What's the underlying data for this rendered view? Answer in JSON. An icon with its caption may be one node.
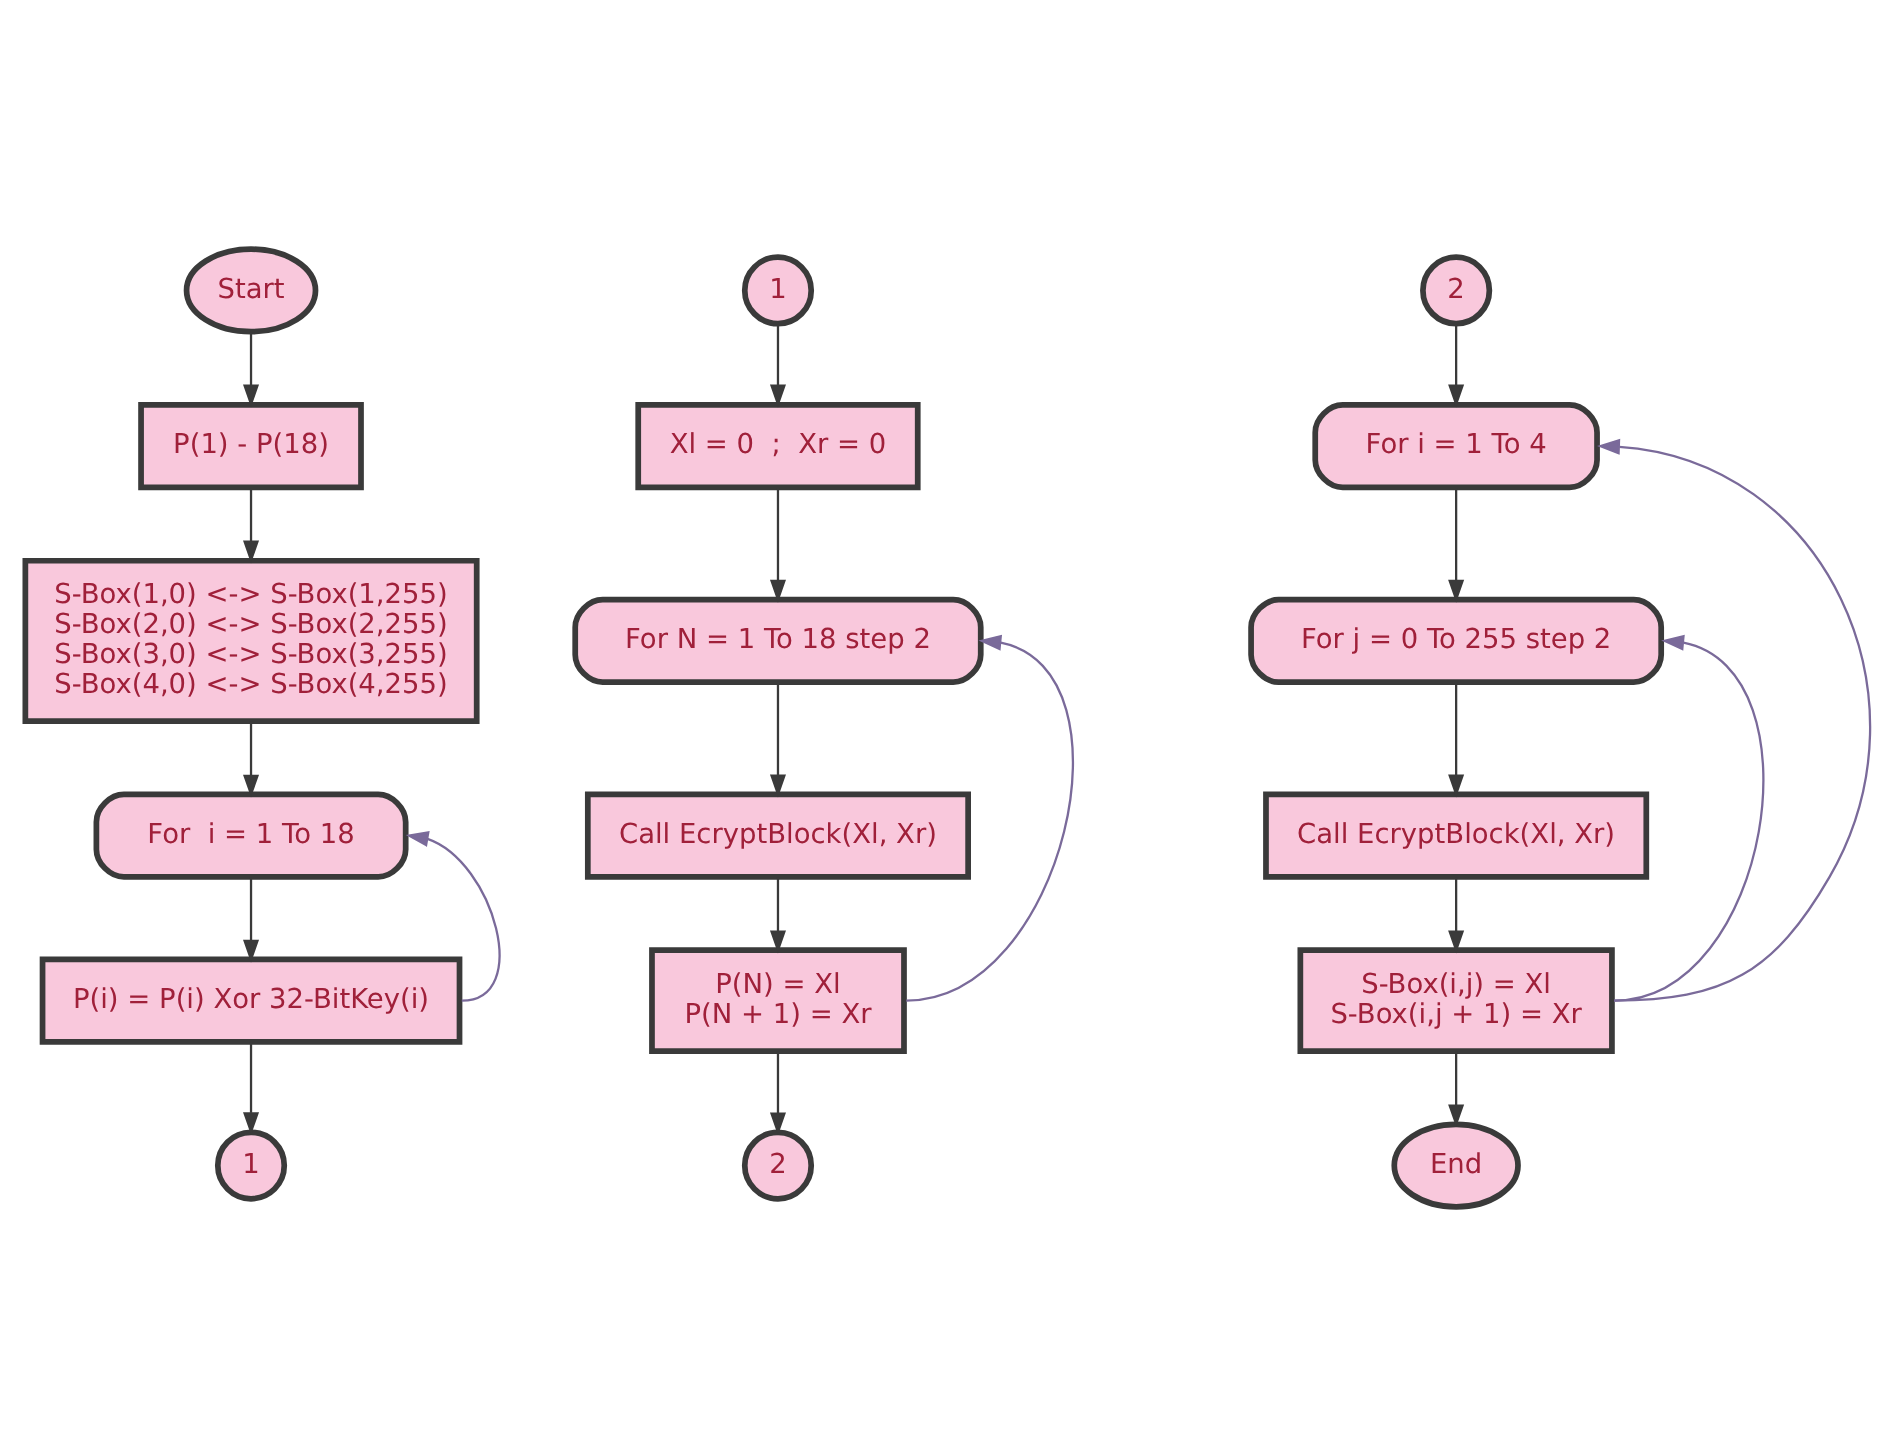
{
  "diagram": {
    "nodes": [
      {
        "text": [
          "Start"
        ]
      },
      {
        "text": [
          "P(1) - P(18)"
        ]
      },
      {
        "text": [
          "S-Box(1,0) <-> S-Box(1,255)",
          "S-Box(2,0) <-> S-Box(2,255)",
          "S-Box(3,0) <-> S-Box(3,255)",
          "S-Box(4,0) <-> S-Box(4,255)"
        ]
      },
      {
        "text": [
          "For  i = 1 To 18"
        ]
      },
      {
        "text": [
          "P(i) = P(i) Xor 32-BitKey(i)"
        ]
      },
      {
        "text": [
          "1"
        ]
      },
      {
        "text": [
          "1"
        ]
      },
      {
        "text": [
          "Xl = 0  ;  Xr = 0"
        ]
      },
      {
        "text": [
          "For N = 1 To 18 step 2"
        ]
      },
      {
        "text": [
          "Call EcryptBlock(Xl, Xr)"
        ]
      },
      {
        "text": [
          "P(N) = Xl",
          "P(N + 1) = Xr"
        ]
      },
      {
        "text": [
          "2"
        ]
      },
      {
        "text": [
          "2"
        ]
      },
      {
        "text": [
          "For i = 1 To 4"
        ]
      },
      {
        "text": [
          "For j = 0 To 255 step 2"
        ]
      },
      {
        "text": [
          "Call EcryptBlock(Xl, Xr)"
        ]
      },
      {
        "text": [
          "S-Box(i,j) = Xl",
          "S-Box(i,j + 1) = Xr"
        ]
      },
      {
        "text": [
          "End"
        ]
      }
    ],
    "edges": [
      {
        "from": 0,
        "to": 1,
        "arrow": "to"
      },
      {
        "from": 1,
        "to": 2,
        "arrow": "to"
      },
      {
        "from": 2,
        "to": 3,
        "arrow": "to"
      },
      {
        "from": 3,
        "to": 4,
        "arrow": "to"
      },
      {
        "from": 4,
        "to": 3,
        "arrow": "to",
        "color": "#7a6a9a"
      },
      {
        "from": 4,
        "to": 5,
        "arrow": "to"
      },
      {
        "from": 6,
        "to": 7,
        "arrow": "to"
      },
      {
        "from": 7,
        "to": 8,
        "arrow": "to"
      },
      {
        "from": 8,
        "to": 9,
        "arrow": "to"
      },
      {
        "from": 9,
        "to": 10,
        "arrow": "to"
      },
      {
        "from": 10,
        "to": 8,
        "arrow": "to",
        "color": "#7a6a9a"
      },
      {
        "from": 10,
        "to": 11,
        "arrow": "to"
      },
      {
        "from": 12,
        "to": 13,
        "arrow": "to"
      },
      {
        "from": 13,
        "to": 14,
        "arrow": "to"
      },
      {
        "from": 14,
        "to": 15,
        "arrow": "to"
      },
      {
        "from": 15,
        "to": 16,
        "arrow": "to"
      },
      {
        "from": 16,
        "to": 14,
        "arrow": "to",
        "color": "#7a6a9a"
      },
      {
        "from": 16,
        "to": 13,
        "arrow": "to",
        "color": "#7a6a9a"
      },
      {
        "from": 16,
        "to": 17,
        "arrow": "to"
      }
    ]
  }
}
